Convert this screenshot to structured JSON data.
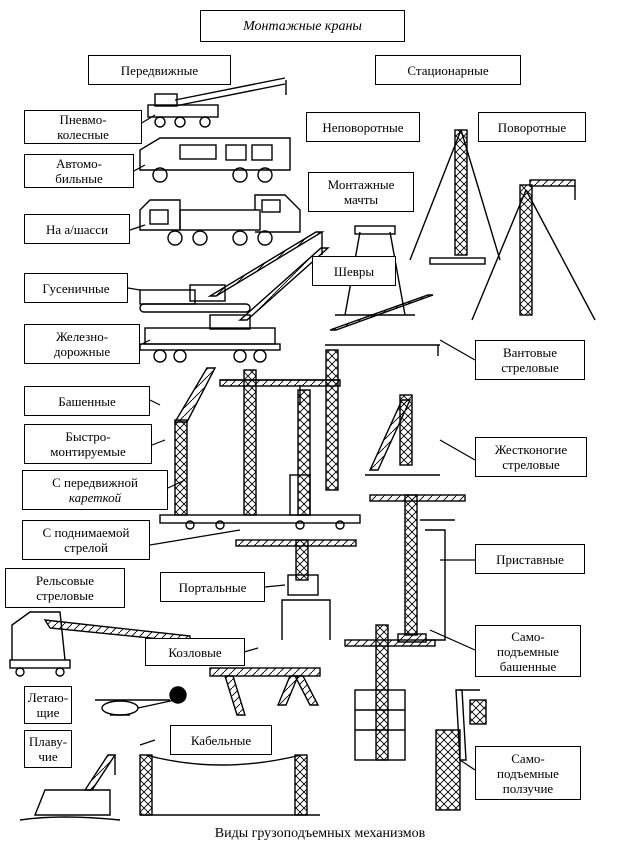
{
  "title": "Монтажные краны",
  "categories": {
    "mobile": "Передвижные",
    "stationary": "Стационарные"
  },
  "labels": {
    "pneumo": [
      "Пневмо-",
      "колесные"
    ],
    "auto": [
      "Автомо-",
      "бильные"
    ],
    "chassis": "На а/шасси",
    "crawler": "Гусеничные",
    "railway": [
      "Железно-",
      "дорожные"
    ],
    "tower": "Башенные",
    "fast": [
      "Быстро-",
      "монтируемые"
    ],
    "movable_carriage": [
      "С передвижной",
      "кареткой"
    ],
    "lifting_boom": [
      "С поднимаемой",
      "стрелой"
    ],
    "rail_boom": [
      "Рельсовые",
      "стреловые"
    ],
    "portal": "Портальные",
    "gantry": "Козловые",
    "flying": [
      "Летаю-",
      "щие"
    ],
    "floating": [
      "Плаву-",
      "чие"
    ],
    "cable": "Кабельные",
    "nonrotating": "Неповоротные",
    "rotating": "Поворотные",
    "mast": [
      "Монтажные",
      "мачты"
    ],
    "shears": "Шевры",
    "guyed": [
      "Вантовые",
      "стреловые"
    ],
    "stiffleg": [
      "Жестконогие",
      "стреловые"
    ],
    "attached": "Приставные",
    "self_climbing_tower": [
      "Само-",
      "подъемные",
      "башенные"
    ],
    "self_climbing_crawler": [
      "Само-",
      "подъемные",
      "ползучие"
    ]
  },
  "caption": "Виды грузоподъемных механизмов"
}
